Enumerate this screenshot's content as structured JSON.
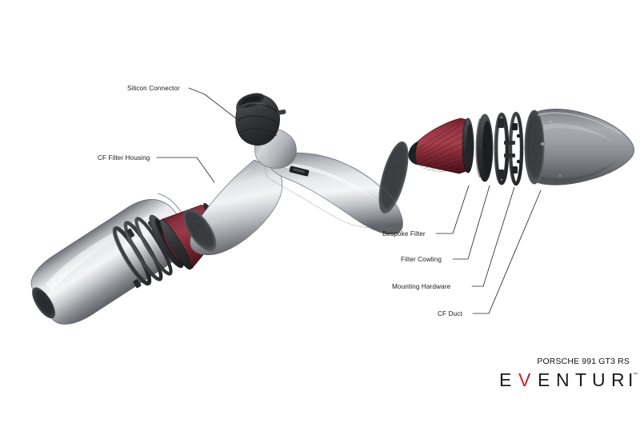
{
  "document": {
    "background_color": "#ffffff",
    "type": "exploded-view-technical-diagram"
  },
  "branding": {
    "model_line": "PORSCHE 991 GT3 RS",
    "brand_name": "EVENTURI",
    "brand_letters": [
      "E",
      "V",
      "E",
      "N",
      "T",
      "U",
      "R",
      "I"
    ],
    "accent_letter": "V",
    "accent_color": "#c4202a",
    "text_color": "#1b1b1b",
    "trademark": "™"
  },
  "callouts": [
    {
      "id": "silicon-connector",
      "label": "Silicon Connector"
    },
    {
      "id": "cf-filter-housing",
      "label": "CF Filter Housing"
    },
    {
      "id": "bespoke-filter",
      "label": "Bespoke Filter"
    },
    {
      "id": "filter-cowling",
      "label": "Filter Cowling"
    },
    {
      "id": "mounting-hardware",
      "label": "Mounting Hardware"
    },
    {
      "id": "cf-duct",
      "label": "CF Duct"
    }
  ],
  "palette": {
    "filter_red": "#7a2430",
    "filter_red_dark": "#4a1620",
    "filter_red_light": "#9c3744",
    "rubber_dark": "#2e2e30",
    "silicone_charcoal": "#3a3a3c",
    "duct_grey": "#8d9094",
    "duct_grey_light": "#d7dadc",
    "duct_grey_dark": "#5a5d61",
    "housing_silver": "#b9bcc0",
    "housing_silver_light": "#eef0f1",
    "leader_line": "#2b2b2b"
  },
  "components": {
    "left_assembly": [
      "CF Duct",
      "Mounting Hardware",
      "Filter Cowling",
      "Bespoke Filter"
    ],
    "center_assembly": [
      "Silicon Connector",
      "CF Filter Housing"
    ],
    "right_assembly": [
      "Bespoke Filter",
      "Filter Cowling",
      "Mounting Hardware",
      "CF Duct"
    ]
  }
}
